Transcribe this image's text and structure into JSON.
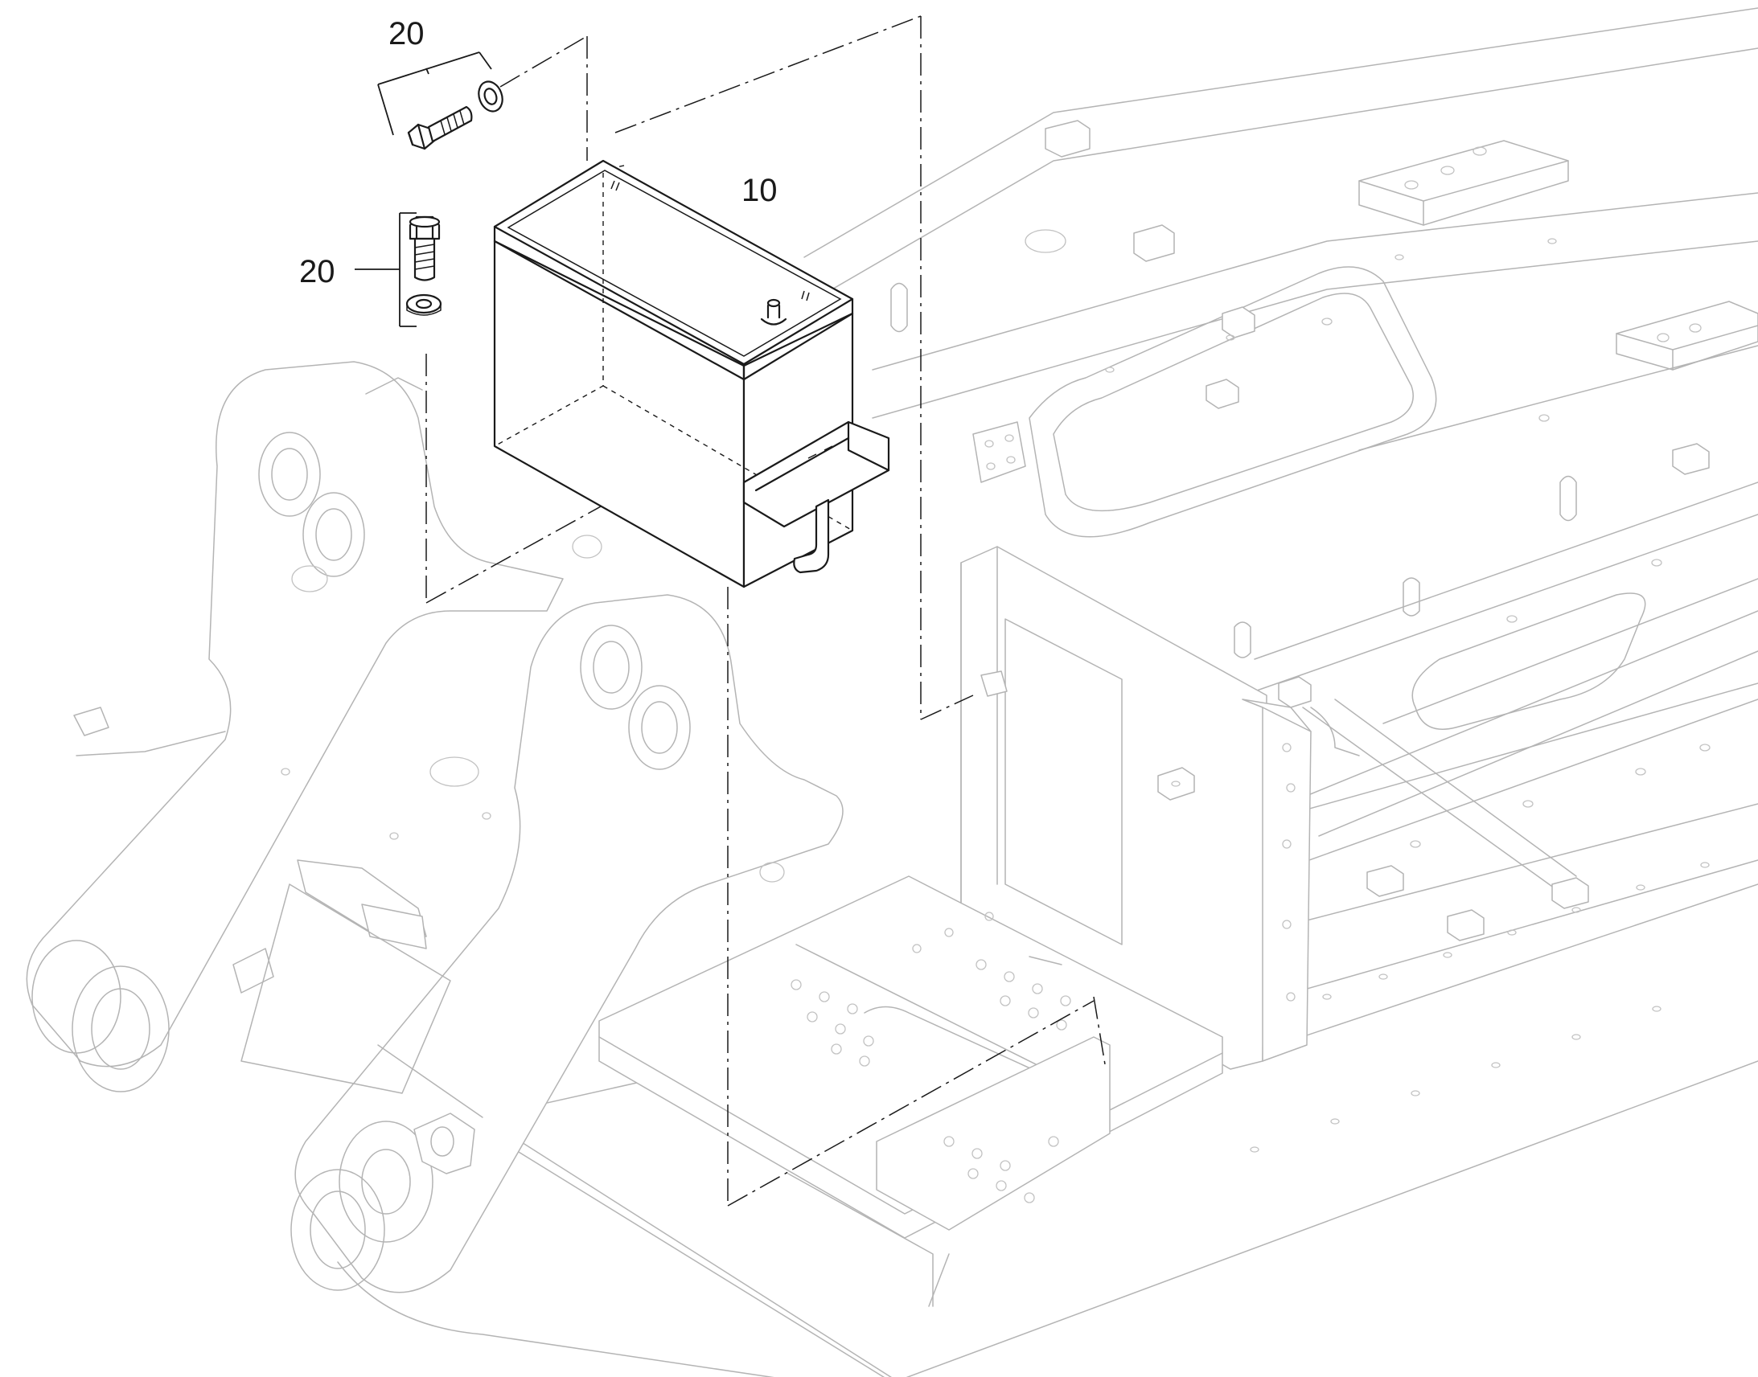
{
  "callouts": {
    "battery_box": "10",
    "bolt_washer_upper": "20",
    "bolt_washer_left": "20"
  },
  "colors": {
    "part_outline": "#1a1a1a",
    "ghost_outline": "#b4b4b4",
    "background": "#ffffff"
  }
}
